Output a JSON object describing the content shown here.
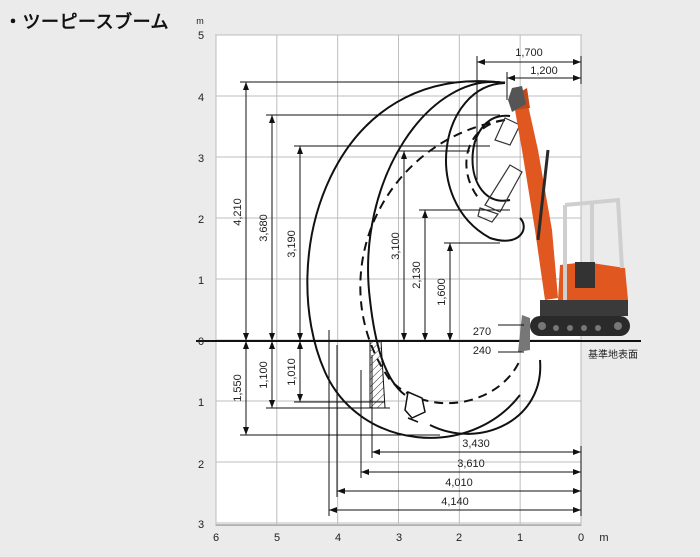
{
  "title": "・ツーピースブーム",
  "unit_label": "m",
  "ground_label": "基準地表面",
  "axis": {
    "y_ticks": [
      "5",
      "4",
      "3",
      "2",
      "1",
      "0",
      "1",
      "2",
      "3"
    ],
    "x_ticks": [
      "6",
      "5",
      "4",
      "3",
      "2",
      "1",
      "0"
    ]
  },
  "dimensions": {
    "max_dig_height": "4,210",
    "max_dump_height": "3,680",
    "dump_height_2": "3,190",
    "height_3100": "3,100",
    "height_2130": "2,130",
    "height_1600": "1,600",
    "blade_up": "270",
    "blade_down": "240",
    "max_dig_depth": "1,550",
    "dig_depth_1100": "1,100",
    "dig_depth_1010": "1,010",
    "min_radius": "1,700",
    "min_radius_offset": "1,200",
    "reach_3430": "3,430",
    "reach_3610": "3,610",
    "reach_4010": "4,010",
    "reach_4140": "4,140"
  },
  "colors": {
    "machine_orange": "#e0571f",
    "machine_dark": "#2a2a2a",
    "cab_frame": "#cfcfcf"
  }
}
